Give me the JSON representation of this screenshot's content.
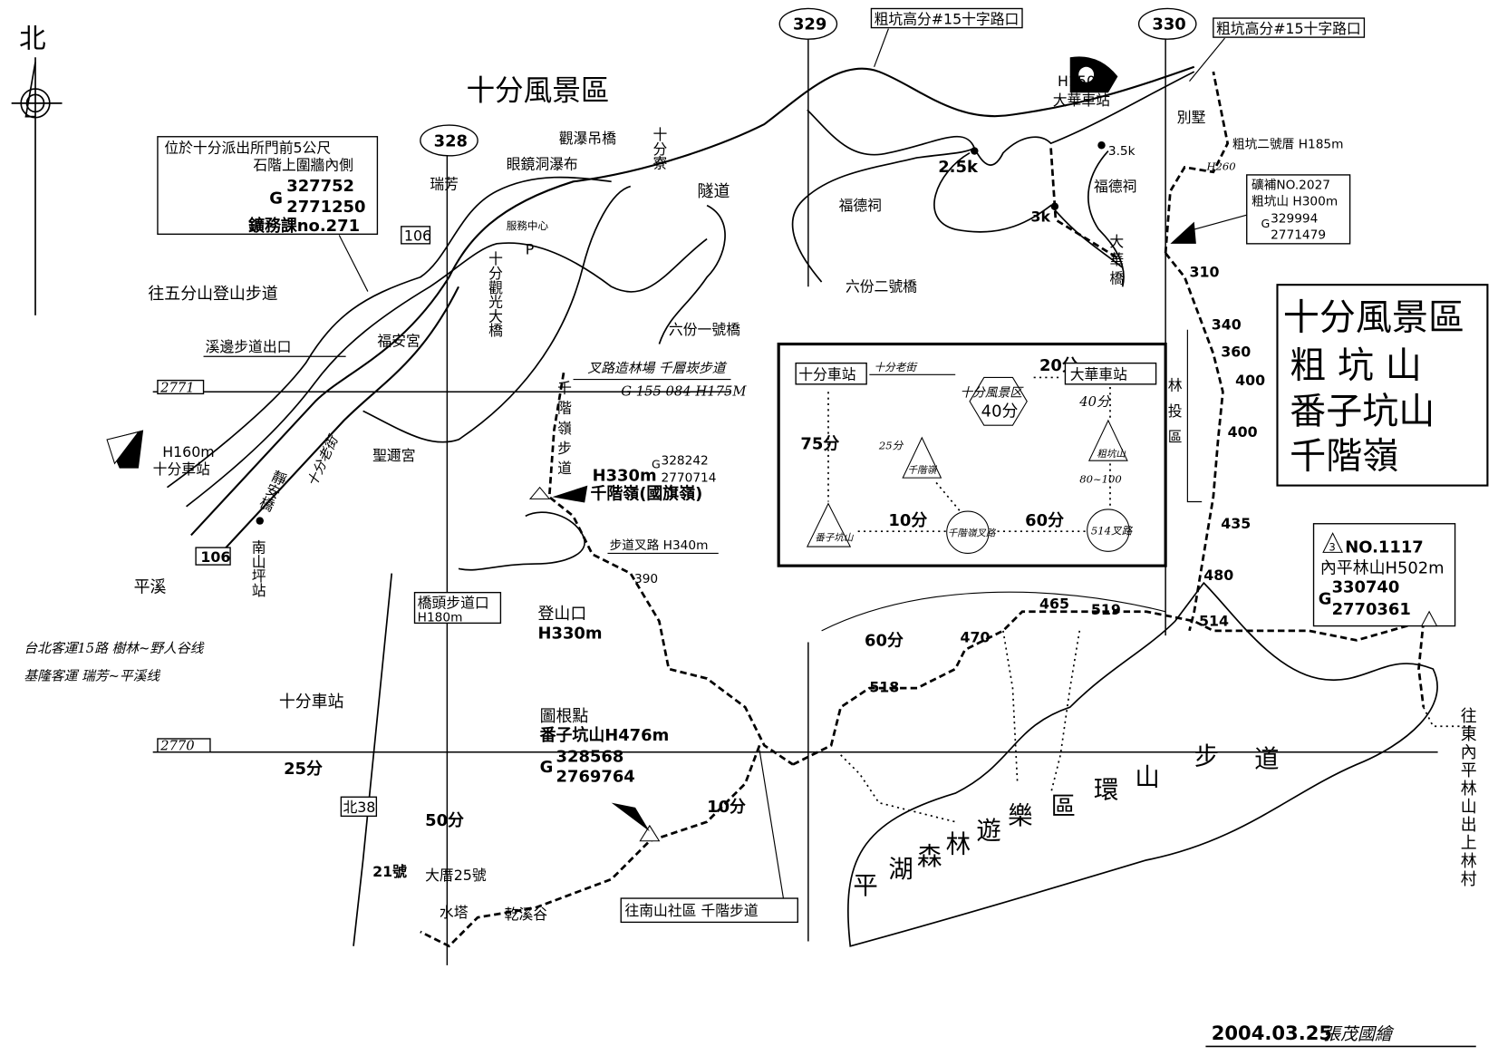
{
  "north": "北",
  "title": "十分風景區",
  "legend_box": [
    "十分風景區",
    "粗 坑 山",
    "番子坑山",
    "千階嶺"
  ],
  "route_numbers": [
    "328",
    "329",
    "330"
  ],
  "grid_labels": [
    "2771",
    "2770"
  ],
  "junction_labels": [
    "粗坑高分#15十字路口",
    "粗坑高分#15十字路口"
  ],
  "info_benchmark": {
    "lines": [
      "位於十分派出所門前5公尺",
      "石階上圍牆內側"
    ],
    "g": "G",
    "x": "327752",
    "y": "2771250",
    "id": "鑛務課no.271"
  },
  "places": {
    "ruifang": "瑞芳",
    "road106a": "106",
    "road106b": "106",
    "guanpu_bridge": "觀瀑吊橋",
    "yanjing_falls": "眼鏡洞瀑布",
    "shifenliao": "十分寮",
    "tunnel": "隧道",
    "service_center": "服務中心",
    "parking": "P",
    "sightseeing_bridge": "十分觀光大橋",
    "wufenshan_trail": "往五分山登山步道",
    "creek_trail_exit": "溪邊步道出口",
    "fuan_temple": "福安宮",
    "liufen_bridge1": "六份一號橋",
    "fork_forest": "叉路造林場 千層崁步道",
    "fork_coords": "G 155 084  H175M",
    "qianjie_trail": "千階嶺步道",
    "shifen_station_h": "H160m",
    "shifen_station": "十分車站",
    "jingan_bridge": "靜安橋",
    "nanshanping_station": "南山坪站",
    "pingxi": "平溪",
    "shengmi_temple": "聖邇宮",
    "old_street": "十分老街",
    "qianjie_h": "H330m",
    "qianjie_gx": "328242",
    "qianjie_gy": "2770714",
    "qianjie_g": "G",
    "qianjie_name": "千階嶺(國旗嶺)",
    "trail_fork": "步道叉路 H340m",
    "pt390": "390",
    "trailhead": "登山口",
    "trailhead_h": "H330m",
    "bridgehead_trail": "橋頭步道口",
    "bridgehead_h": "H180m",
    "bus1": "台北客運15路 樹林~野人谷线",
    "bus2": "基隆客運 瑞芳~平溪线",
    "shifen_station2": "十分車站",
    "t25": "25分",
    "road_bei38": "北38",
    "tugen": "圖根點",
    "fanzikeng": "番子坑山H476m",
    "fz_g": "G",
    "fz_x": "328568",
    "fz_y": "2769764",
    "t50": "50分",
    "t10": "10分",
    "no21": "21號",
    "dacuo25": "大厝25號",
    "water_tower": "水塔",
    "qianxi_valley": "乾溪谷",
    "to_nanshan": "往南山社區 千階步道",
    "t60": "60分",
    "p470": "470",
    "p518": "518",
    "p465": "465",
    "p519": "519",
    "p514": "514",
    "p480": "480",
    "p435": "435",
    "p400a": "400",
    "p400b": "400",
    "p360": "360",
    "p340": "340",
    "p310": "310",
    "lintou": "林投區",
    "pinghu_trail": [
      "平",
      "湖",
      "森",
      "林",
      "遊",
      "樂",
      "區",
      "環",
      "山",
      "步",
      "道"
    ],
    "neipinglin": {
      "no": "NO.1117",
      "num": "3",
      "name": "內平林山H502m",
      "g": "G",
      "x": "330740",
      "y": "2770361"
    },
    "to_east": "往東內平林山出上林村",
    "dahua_h": "H150m",
    "dahua_station": "大華車站",
    "dahua_bridge": "大華橋",
    "k25": "2.5k",
    "k3": "3k",
    "k35": "3.5k",
    "fude1": "福德祠",
    "fude2": "福德祠",
    "liufen_bridge2": "六份二號橋",
    "villa": "別墅",
    "cukeng_house": "粗坑二號厝 H185m",
    "h260": "H260",
    "cukeng_box": [
      "礦補NO.2027",
      "粗坑山 H300m"
    ],
    "cukeng_g": "G",
    "cukeng_x": "329994",
    "cukeng_y": "2771479",
    "date": "2004.03.25",
    "author": "張茂國繪"
  },
  "inset": {
    "shifen_station": "十分車站",
    "old_street": "十分老街",
    "scenic": "十分風景区",
    "scenic_time": "40分",
    "t20": "20分",
    "dahua": "大華車站",
    "t40": "40分",
    "t75": "75分",
    "cukeng": "粗坑山",
    "t80_100": "80~100",
    "qianjie": "千階嶺",
    "t25": "25分",
    "t10": "10分",
    "t60": "60分",
    "qianjie_fork": "千階嶺叉路",
    "fork514": "514叉路",
    "fanzikeng": "番子坑山"
  }
}
